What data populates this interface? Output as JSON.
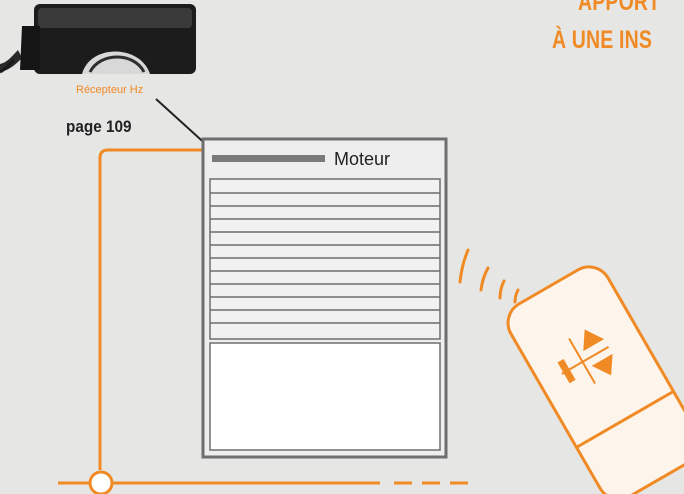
{
  "heading": {
    "line1": "APPORT",
    "line2": "À UNE INS"
  },
  "receiver": {
    "label": "Récepteur Hz",
    "page_ref": "page 109"
  },
  "shutter": {
    "motor_label": "Moteur"
  },
  "remote": {
    "up_icon": "triangle-up-icon",
    "down_icon": "triangle-down-icon",
    "stop_icon": "stop-bar-icon"
  },
  "colors": {
    "accent": "#f08a24",
    "background": "#e6e6e5",
    "frame": "#6e6e6e",
    "dark_text": "#222222"
  }
}
